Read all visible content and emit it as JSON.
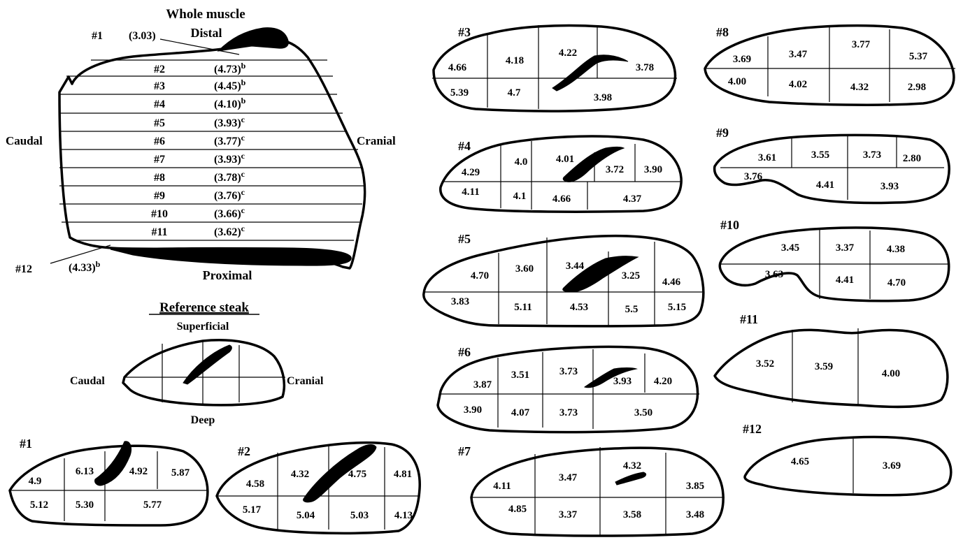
{
  "whole_muscle": {
    "title": "Whole muscle",
    "distal": "Distal",
    "proximal": "Proximal",
    "caudal": "Caudal",
    "cranial": "Cranial",
    "s1_label": "#1",
    "s1_value": "(3.03)",
    "s12_label": "#12",
    "s12_value": "(4.33)",
    "s12_sup": "b",
    "rows": [
      {
        "label": "#2",
        "value": "(4.73)",
        "sup": "b"
      },
      {
        "label": "#3",
        "value": "(4.45)",
        "sup": "b"
      },
      {
        "label": "#4",
        "value": "(4.10)",
        "sup": "b"
      },
      {
        "label": "#5",
        "value": "(3.93)",
        "sup": "c"
      },
      {
        "label": "#6",
        "value": "(3.77)",
        "sup": "c"
      },
      {
        "label": "#7",
        "value": "(3.93)",
        "sup": "c"
      },
      {
        "label": "#8",
        "value": "(3.78)",
        "sup": "c"
      },
      {
        "label": "#9",
        "value": "(3.76)",
        "sup": "c"
      },
      {
        "label": "#10",
        "value": "(3.66)",
        "sup": "c"
      },
      {
        "label": "#11",
        "value": "(3.62)",
        "sup": "c"
      }
    ]
  },
  "reference_steak": {
    "title": "Reference steak",
    "superficial": "Superficial",
    "deep": "Deep",
    "caudal": "Caudal",
    "cranial": "Cranial"
  },
  "steaks": {
    "s1": {
      "label": "#1",
      "values": [
        "4.9",
        "6.13",
        "4.92",
        "5.87",
        "5.12",
        "5.30",
        "5.77"
      ]
    },
    "s2": {
      "label": "#2",
      "values": [
        "4.58",
        "4.32",
        "4.75",
        "4.81",
        "5.17",
        "5.04",
        "5.03",
        "4.13"
      ]
    },
    "s3": {
      "label": "#3",
      "values": [
        "4.66",
        "4.18",
        "4.22",
        "3.78",
        "5.39",
        "4.7",
        "3.98"
      ]
    },
    "s4": {
      "label": "#4",
      "values": [
        "4.29",
        "4.0",
        "4.01",
        "3.72",
        "3.90",
        "4.11",
        "4.1",
        "4.66",
        "4.37"
      ]
    },
    "s5": {
      "label": "#5",
      "values": [
        "4.70",
        "3.60",
        "3.44",
        "3.25",
        "4.46",
        "3.83",
        "5.11",
        "4.53",
        "5.5",
        "5.15"
      ]
    },
    "s6": {
      "label": "#6",
      "values": [
        "3.87",
        "3.51",
        "3.73",
        "3.93",
        "4.20",
        "3.90",
        "4.07",
        "3.73",
        "3.50"
      ]
    },
    "s7": {
      "label": "#7",
      "values": [
        "4.11",
        "3.47",
        "4.32",
        "3.85",
        "4.85",
        "3.37",
        "3.58",
        "3.48"
      ]
    },
    "s8": {
      "label": "#8",
      "values": [
        "3.69",
        "3.47",
        "3.77",
        "5.37",
        "4.00",
        "4.02",
        "4.32",
        "2.98"
      ]
    },
    "s9": {
      "label": "#9",
      "values": [
        "3.61",
        "3.55",
        "3.73",
        "2.80",
        "3.76",
        "4.41",
        "3.93"
      ]
    },
    "s10": {
      "label": "#10",
      "values": [
        "3.45",
        "3.37",
        "4.38",
        "3.63",
        "4.41",
        "4.70"
      ]
    },
    "s11": {
      "label": "#11",
      "values": [
        "3.52",
        "3.59",
        "4.00"
      ]
    },
    "s12": {
      "label": "#12",
      "values": [
        "4.65",
        "3.69"
      ]
    }
  }
}
